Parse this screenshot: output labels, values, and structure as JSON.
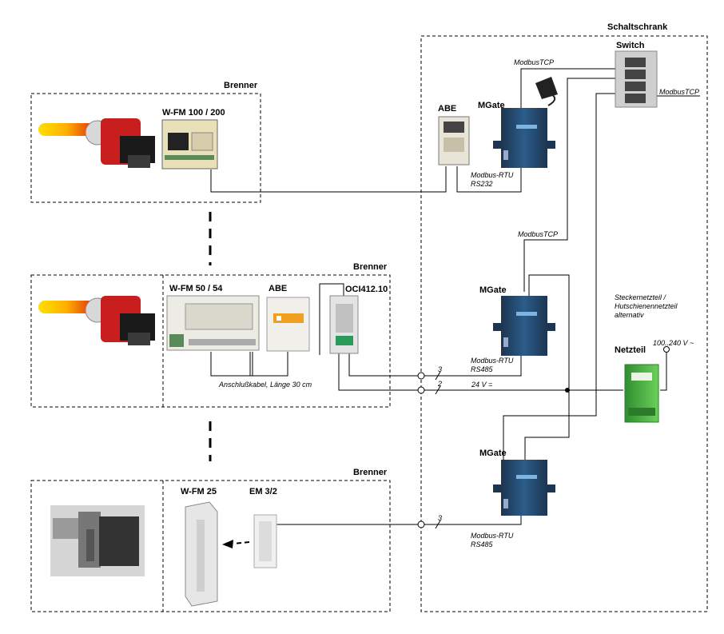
{
  "regions": {
    "schaltschrank": "Schaltschrank",
    "brenner_1": "Brenner",
    "brenner_2": "Brenner",
    "brenner_3": "Brenner"
  },
  "devices": {
    "wfm_100_200": "W-FM 100 / 200",
    "abe_top": "ABE",
    "mgate_top": "MGate",
    "switch": "Switch",
    "wfm_50_54": "W-FM 50 / 54",
    "abe_mid": "ABE",
    "oci": "OCI412.10",
    "mgate_mid": "MGate",
    "netzteil": "Netzteil",
    "wfm_25": "W-FM 25",
    "em_3_2": "EM 3/2",
    "mgate_bot": "MGate"
  },
  "connections": {
    "modbus_tcp_top": "ModbusTCP",
    "modbus_tcp_right": "ModbusTCP",
    "modbus_tcp_mid": "ModbusTCP",
    "modbus_rtu_rs232_line1": "Modbus-RTU",
    "modbus_rtu_rs232_line2": "RS232",
    "modbus_rtu_rs485_mid_line1": "Modbus-RTU",
    "modbus_rtu_rs485_mid_line2": "RS485",
    "modbus_rtu_rs485_bot_line1": "Modbus-RTU",
    "modbus_rtu_rs485_bot_line2": "RS485",
    "wire_count_3_mid": "3",
    "wire_count_2_mid": "2",
    "wire_count_3_bot": "3",
    "voltage_24v": "24 V =",
    "voltage_mains": "100..240 V ~",
    "anschluss": "Anschlußkabel, Länge 30 cm"
  },
  "notes": {
    "netzteil_alt_line1": "Steckernetzteil /",
    "netzteil_alt_line2": "Hutschienennetzteil",
    "netzteil_alt_line3": "alternativ"
  },
  "colors": {
    "mgate_body": "#1f3f5c",
    "mgate_face": "#2c6aa0",
    "burner_red": "#c81e1e",
    "flame_yellow": "#ffd000",
    "flame_orange": "#f06a10",
    "netzteil_green": "#3aa83a",
    "abe_orange": "#f0a020"
  }
}
